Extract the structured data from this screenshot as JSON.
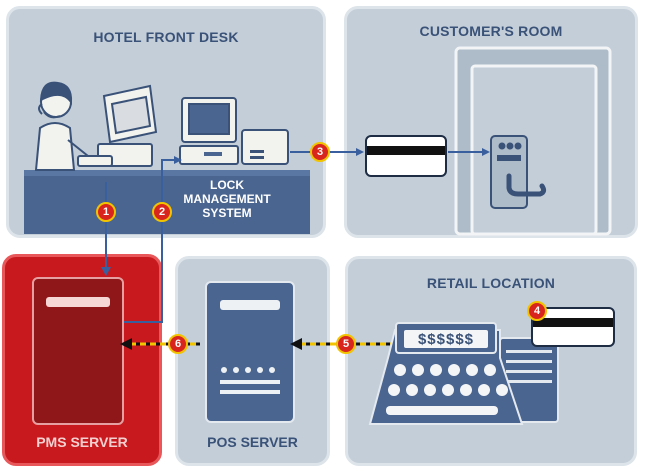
{
  "panels": {
    "front_desk": "HOTEL FRONT DESK",
    "customer_room": "CUSTOMER'S ROOM",
    "retail": "RETAIL LOCATION",
    "pms": "PMS SERVER",
    "pos": "POS SERVER"
  },
  "lock_system": {
    "line1": "LOCK",
    "line2": "MANAGEMENT",
    "line3": "SYSTEM"
  },
  "register_display": "$$$$$$",
  "steps": [
    "1",
    "2",
    "3",
    "4",
    "5",
    "6"
  ],
  "colors": {
    "panel": "#c3ced9",
    "panel_dark": "#3a5278",
    "pms_red": "#c8191e",
    "badge_red": "#d8261f",
    "badge_ring": "#f2c400",
    "arrow_blue": "#3a5f9e",
    "dash_yellow": "#f2c400"
  }
}
